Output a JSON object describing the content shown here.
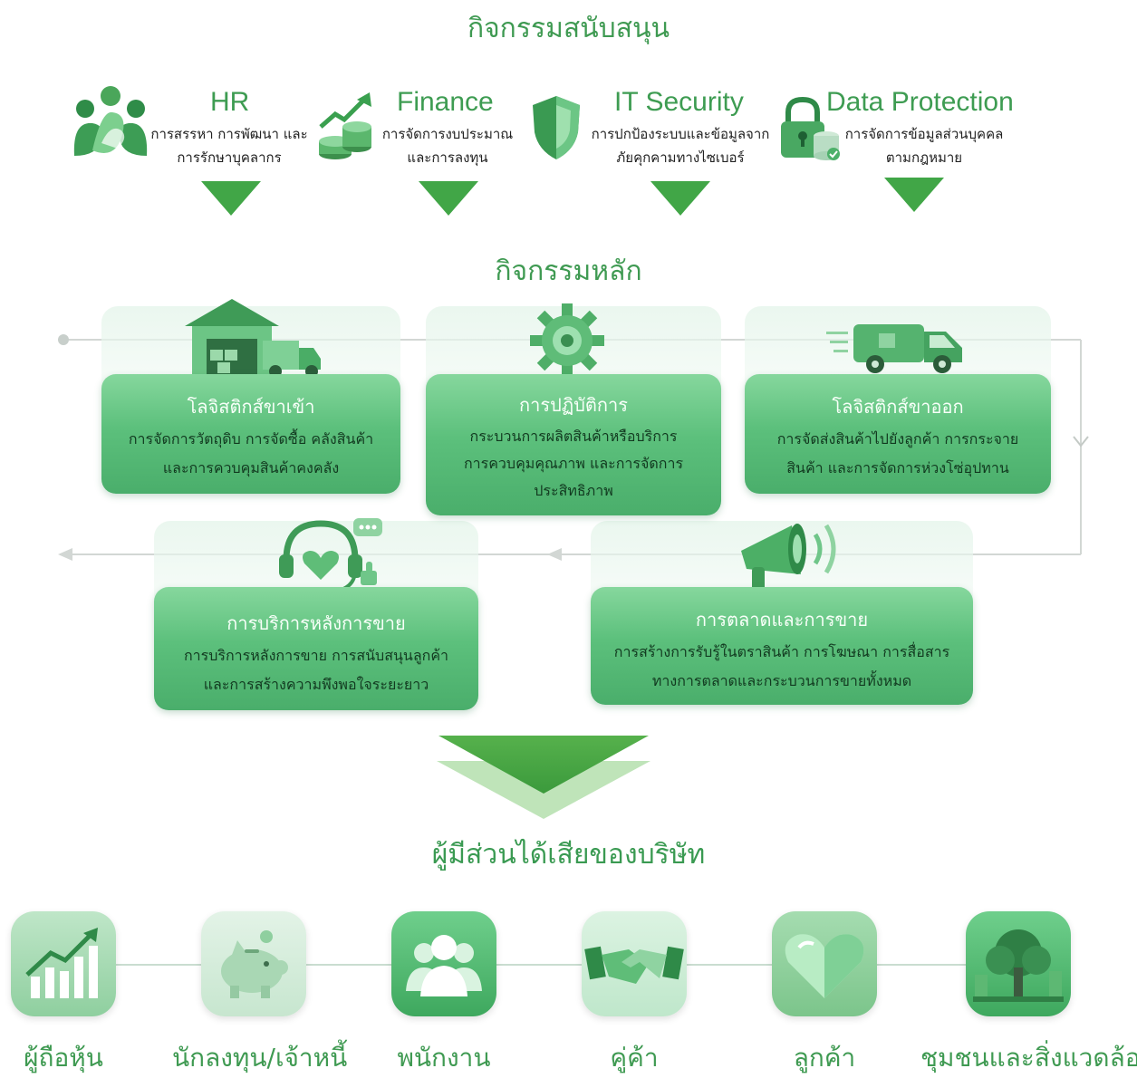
{
  "support": {
    "title": "กิจกรรมสนับสนุน",
    "items": [
      {
        "title": "HR",
        "desc1": "การสรรหา การพัฒนา และ",
        "desc2": "การรักษาบุคลากร",
        "icon": "people-icon"
      },
      {
        "title": "Finance",
        "desc1": "การจัดการงบประมาณ",
        "desc2": "และการลงทุน",
        "icon": "coins-growth-icon"
      },
      {
        "title": "IT Security",
        "desc1": "การปกป้องระบบและข้อมูลจาก",
        "desc2": "ภัยคุกคามทางไซเบอร์",
        "icon": "shield-icon"
      },
      {
        "title": "Data Protection",
        "desc1": "การจัดการข้อมูลส่วนบุคคล",
        "desc2": "ตามกฎหมาย",
        "icon": "padlock-database-icon"
      }
    ]
  },
  "primary": {
    "title": "กิจกรรมหลัก",
    "items": [
      {
        "title": "โลจิสติกส์ขาเข้า",
        "desc1": "การจัดการวัตถุดิบ การจัดซื้อ คลังสินค้า",
        "desc2": "และการควบคุมสินค้าคงคลัง",
        "icon": "warehouse-truck-icon"
      },
      {
        "title": "การปฏิบัติการ",
        "desc1": "กระบวนการผลิตสินค้าหรือบริการ",
        "desc2": "การควบคุมคุณภาพ และการจัดการ",
        "desc3": "ประสิทธิภาพ",
        "icon": "gear-icon"
      },
      {
        "title": "โลจิสติกส์ขาออก",
        "desc1": "การจัดส่งสินค้าไปยังลูกค้า การกระจาย",
        "desc2": "สินค้า และการจัดการห่วงโซ่อุปทาน",
        "icon": "delivery-van-icon"
      },
      {
        "title": "การบริการหลังการขาย",
        "desc1": "การบริการหลังการขาย การสนับสนุนลูกค้า",
        "desc2": "และการสร้างความพึงพอใจระยะยาว",
        "icon": "headset-heart-icon"
      },
      {
        "title": "การตลาดและการขาย",
        "desc1": "การสร้างการรับรู้ในตราสินค้า การโฆษณา การสื่อสาร",
        "desc2": "ทางการตลาดและกระบวนการขายทั้งหมด",
        "icon": "megaphone-icon"
      }
    ]
  },
  "stakeholders": {
    "title": "ผู้มีส่วนได้เสียของบริษัท",
    "items": [
      {
        "label": "ผู้ถือหุ้น",
        "icon": "growth-chart-icon"
      },
      {
        "label": "นักลงทุน/เจ้าหนี้",
        "icon": "piggy-bank-icon"
      },
      {
        "label": "พนักงาน",
        "icon": "employees-icon"
      },
      {
        "label": "คู่ค้า",
        "icon": "handshake-icon"
      },
      {
        "label": "ลูกค้า",
        "icon": "heart-icon"
      },
      {
        "label": "ชุมชนและสิ่งแวดล้อม",
        "icon": "tree-icon"
      }
    ]
  },
  "colors": {
    "accent": "#3f9a52",
    "box": "#5cc07c",
    "arrow": "#41a647"
  }
}
